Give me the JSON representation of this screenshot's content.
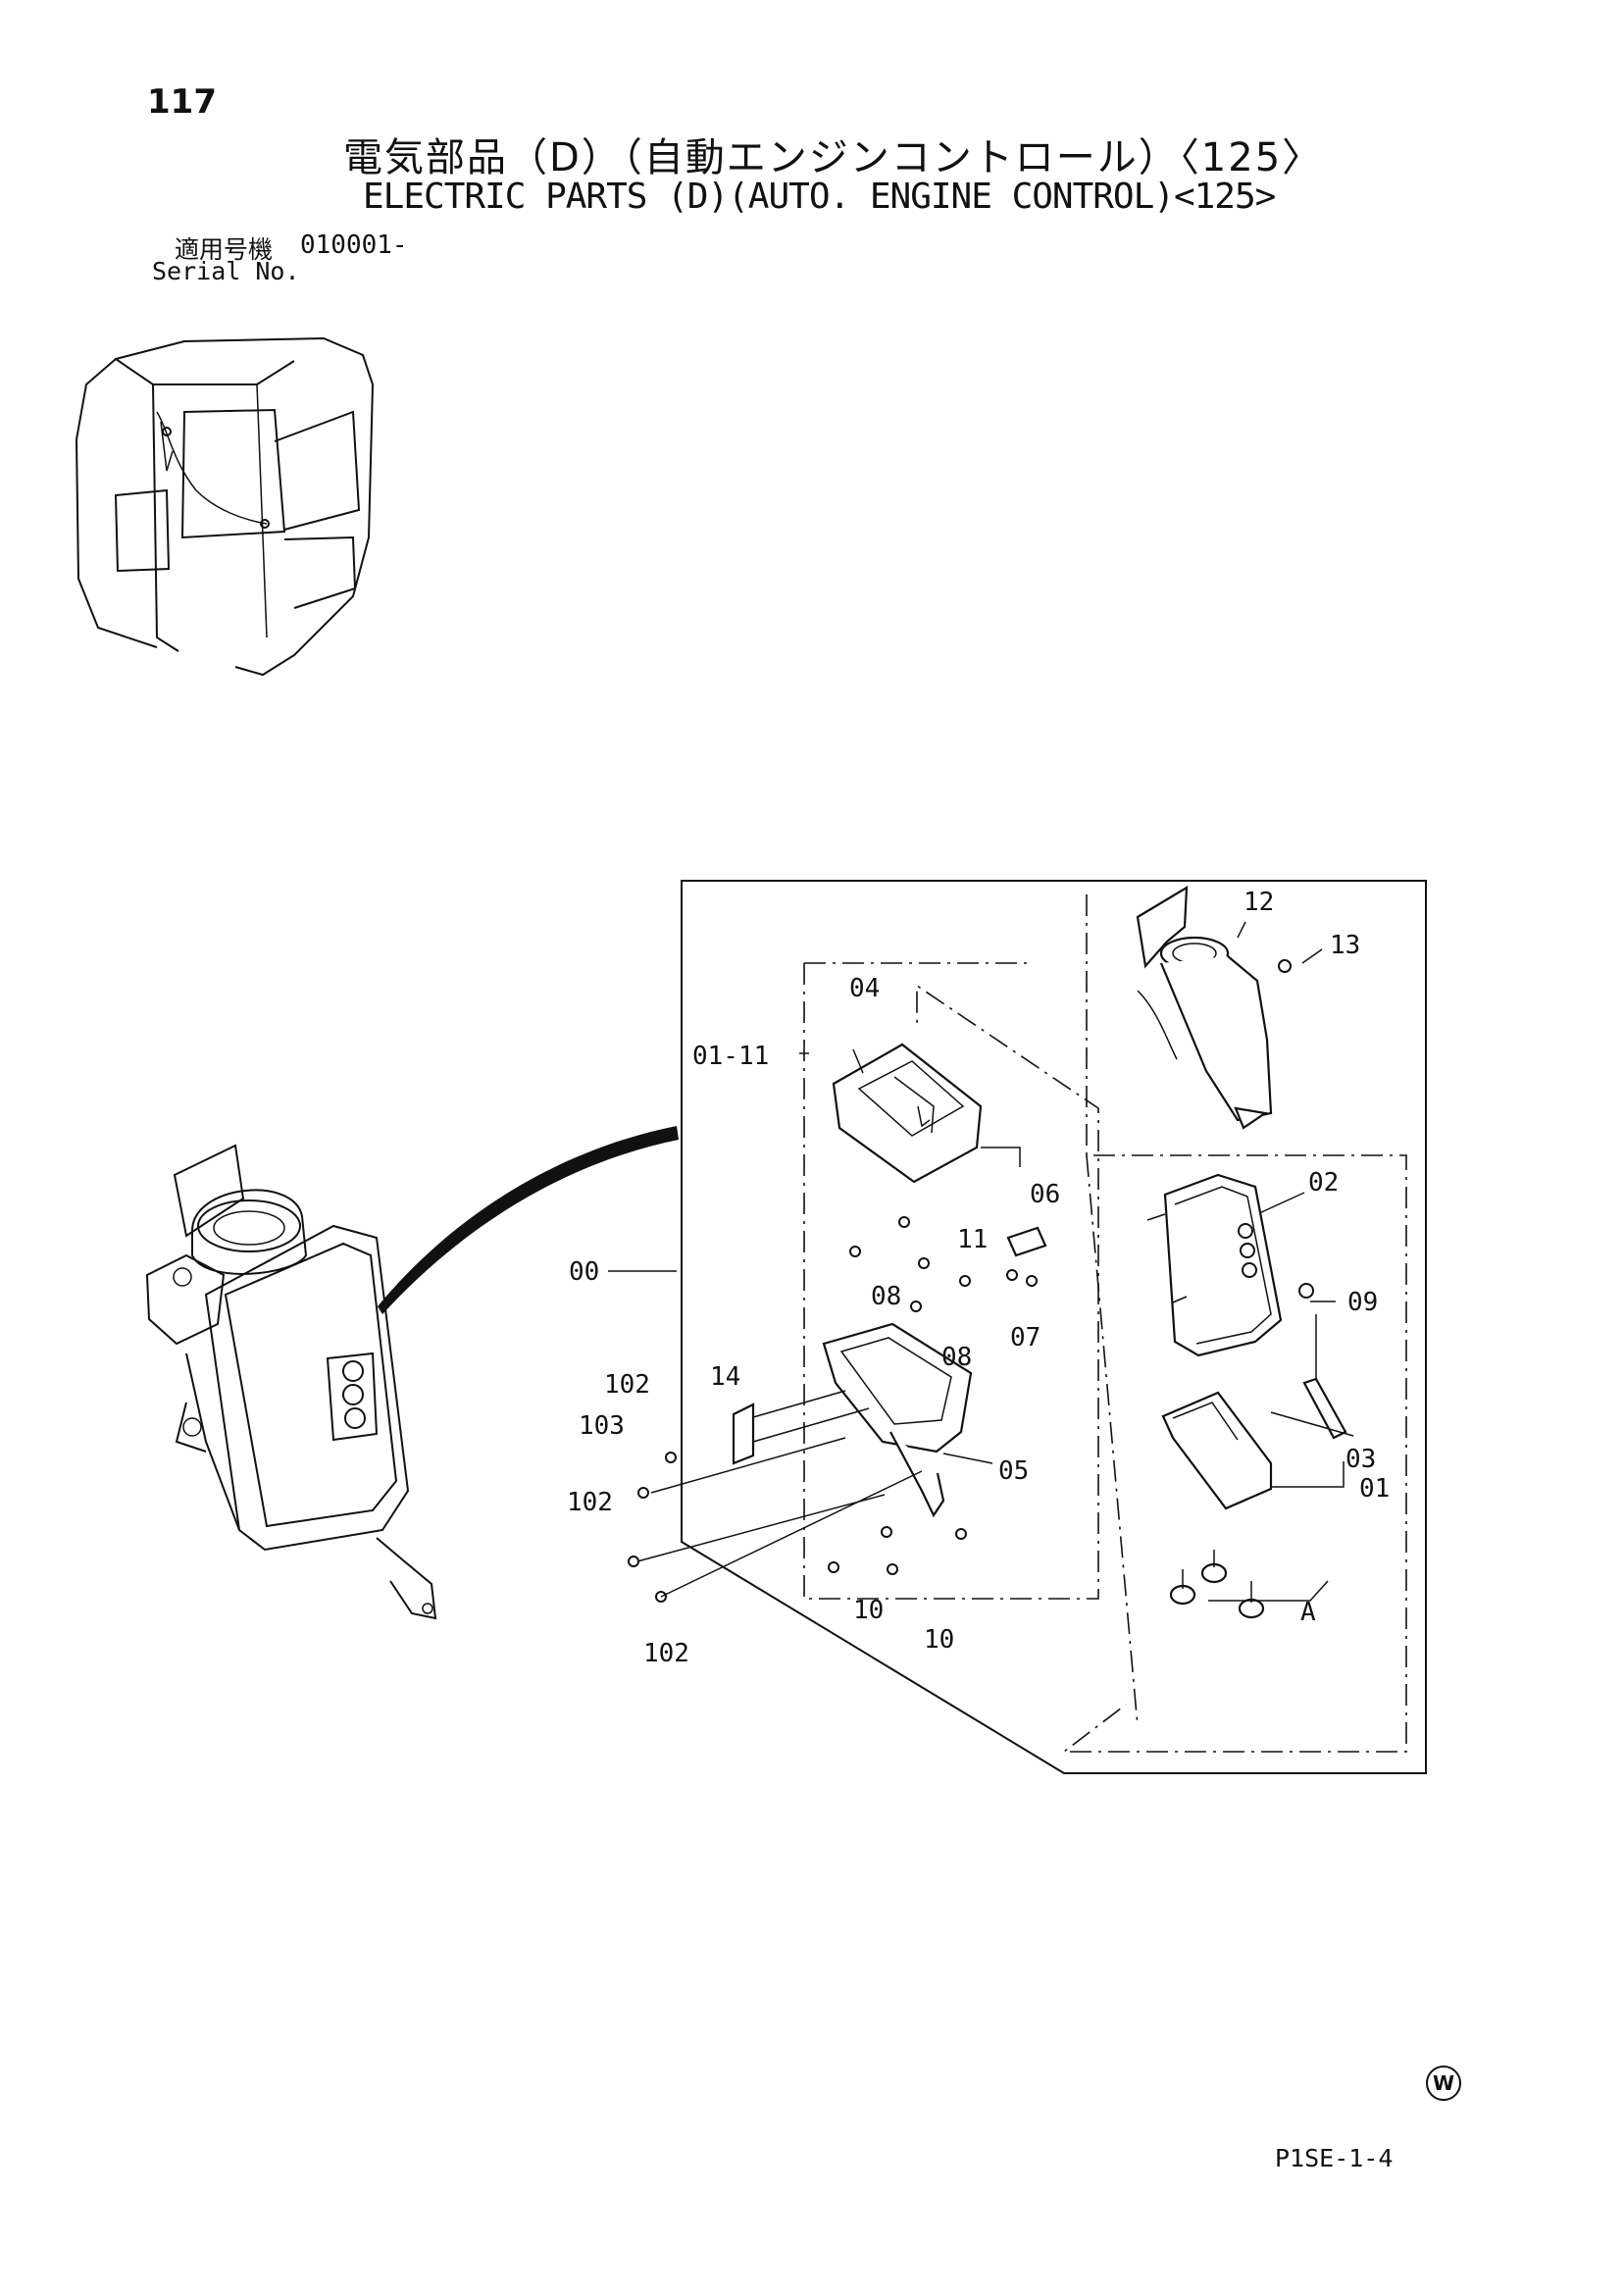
{
  "page": {
    "number": "117",
    "title_jp": "電気部品（D）（自動エンジンコントロール）〈125〉",
    "title_en": "ELECTRIC PARTS (D)(AUTO. ENGINE CONTROL)<125>",
    "serial_label_jp": "適用号機",
    "serial_label_en": "Serial No.",
    "serial_value": "010001-",
    "footer_code": "P1SE-1-4",
    "footer_mark": "W"
  },
  "callouts": {
    "c12": "12",
    "c13": "13",
    "c04": "04",
    "c0111": "01-11",
    "c06": "06",
    "c02": "02",
    "c11": "11",
    "c00": "00",
    "c08a": "08",
    "c08b": "08",
    "c07": "07",
    "c09": "09",
    "c14": "14",
    "c102a": "102",
    "c103": "103",
    "c05": "05",
    "c03": "03",
    "c01": "01",
    "c102b": "102",
    "c10a": "10",
    "c10b": "10",
    "cA": "A",
    "c102c": "102"
  },
  "icons": [
    "cab-overview-illustration",
    "console-assembly-illustration",
    "exploded-parts-drawing"
  ]
}
